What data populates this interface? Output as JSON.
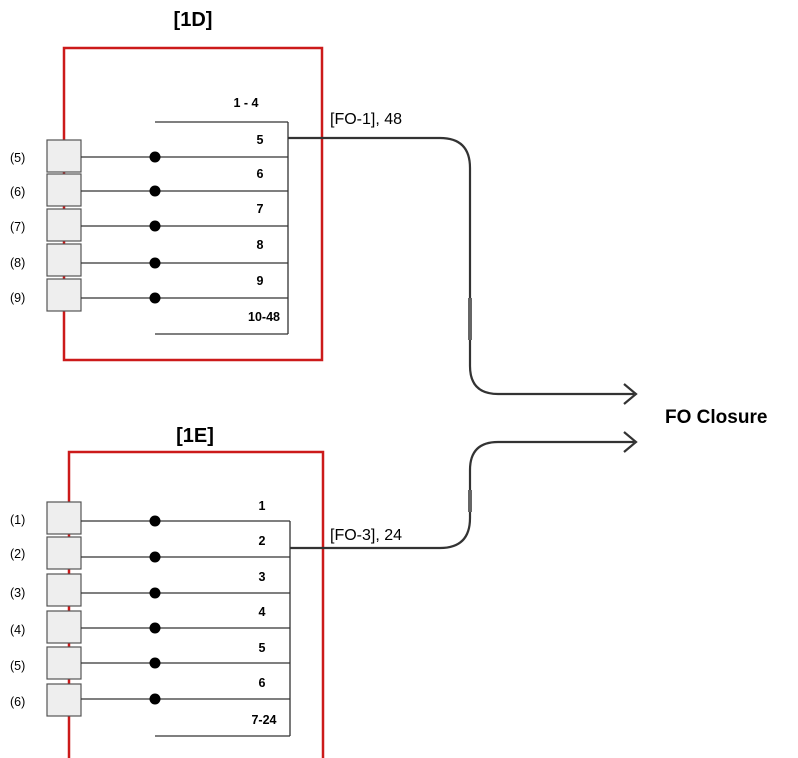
{
  "closure_label": "FO Closure",
  "panels": [
    {
      "id": "1D",
      "title": "[1D]",
      "fiber_numbers": [
        "1 - 4",
        "5",
        "6",
        "7",
        "8",
        "9",
        "10-48"
      ],
      "ports": [
        "(5)",
        "(6)",
        "(7)",
        "(8)",
        "(9)"
      ],
      "cable_label": "[FO-1], 48"
    },
    {
      "id": "1E",
      "title": "[1E]",
      "fiber_numbers": [
        "1",
        "2",
        "3",
        "4",
        "5",
        "6",
        "7-24"
      ],
      "ports": [
        "(1)",
        "(2)",
        "(3)",
        "(4)",
        "(5)",
        "(6)"
      ],
      "cable_label": "[FO-3], 24"
    }
  ],
  "colors": {
    "enclosure": "#cc1a1a",
    "line": "#333333",
    "port_fill": "#eeeeee",
    "port_stroke": "#555555"
  }
}
